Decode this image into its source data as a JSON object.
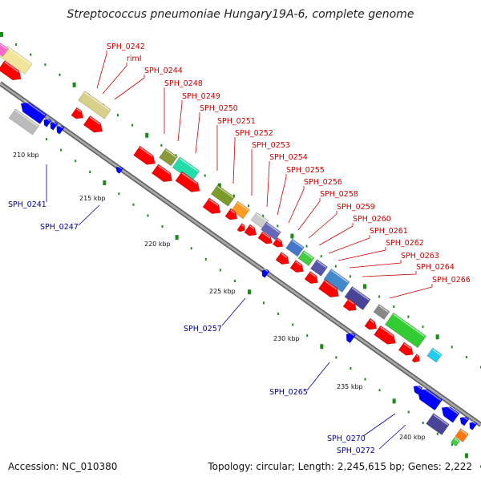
{
  "title": "Streptococcus pneumoniae Hungary19A-6, complete genome",
  "accession": "Accession: NC_010380",
  "topology": "Topology: circular; Length: 2,245,615 bp; Genes: 2,222",
  "kbp_labels": [
    "210 kbp",
    "215 kbp",
    "220 kbp",
    "225 kbp",
    "230 kbp",
    "235 kbp",
    "240 kbp"
  ],
  "forward_labels": [
    "SPH_0242",
    "rimI",
    "SPH_0244",
    "SPH_0248",
    "SPH_0249",
    "SPH_0250",
    "SPH_0251",
    "SPH_0252",
    "SPH_0253",
    "SPH_0254",
    "SPH_0255",
    "SPH_0256",
    "SPH_0258",
    "SPH_0259",
    "SPH_0260",
    "SPH_0261",
    "SPH_0262",
    "SPH_0263",
    "SPH_0264",
    "SPH_0266"
  ],
  "reverse_labels": [
    "SPH_0241",
    "SPH_0247",
    "SPH_0257",
    "SPH_0265",
    "SPH_0270",
    "SPH_0272"
  ],
  "colors": {
    "forward_cds": "#ff0000",
    "reverse_cds": "#0000ff",
    "forward_label": "#cc0000",
    "reverse_label": "#000099",
    "backbone": "#888888",
    "tick": "#1a8a1a"
  }
}
